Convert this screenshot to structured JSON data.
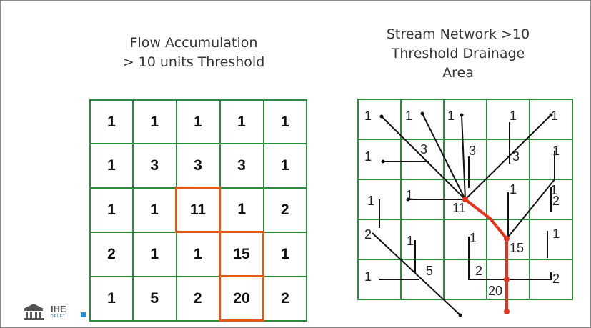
{
  "left_panel": {
    "title_line1": "Flow Accumulation",
    "title_line2": "> 10 units Threshold",
    "grid": [
      [
        "1",
        "1",
        "1",
        "1",
        "1"
      ],
      [
        "1",
        "3",
        "3",
        "3",
        "1"
      ],
      [
        "1",
        "1",
        "11",
        "1",
        "2"
      ],
      [
        "2",
        "1",
        "1",
        "15",
        "1"
      ],
      [
        "1",
        "5",
        "2",
        "20",
        "2"
      ]
    ],
    "highlighted_cells": [
      "11",
      "15",
      "20"
    ]
  },
  "right_panel": {
    "title_line1": "Stream Network >10",
    "title_line2": "Threshold Drainage",
    "title_line3": "Area",
    "labels": [
      "1",
      "1",
      "1",
      "1",
      "1",
      "1",
      "3",
      "3",
      "3",
      "1",
      "1",
      "1",
      "11",
      "1",
      "1",
      "2",
      "2",
      "1",
      "1",
      "15",
      "1",
      "1",
      "5",
      "2",
      "20",
      "2"
    ]
  },
  "colors": {
    "grid": "#2e8b3e",
    "highlight": "#e35a17",
    "stream": "#e8331c",
    "flow_line": "#111111"
  },
  "logo": {
    "name": "IHE",
    "sub": "DELFT"
  }
}
